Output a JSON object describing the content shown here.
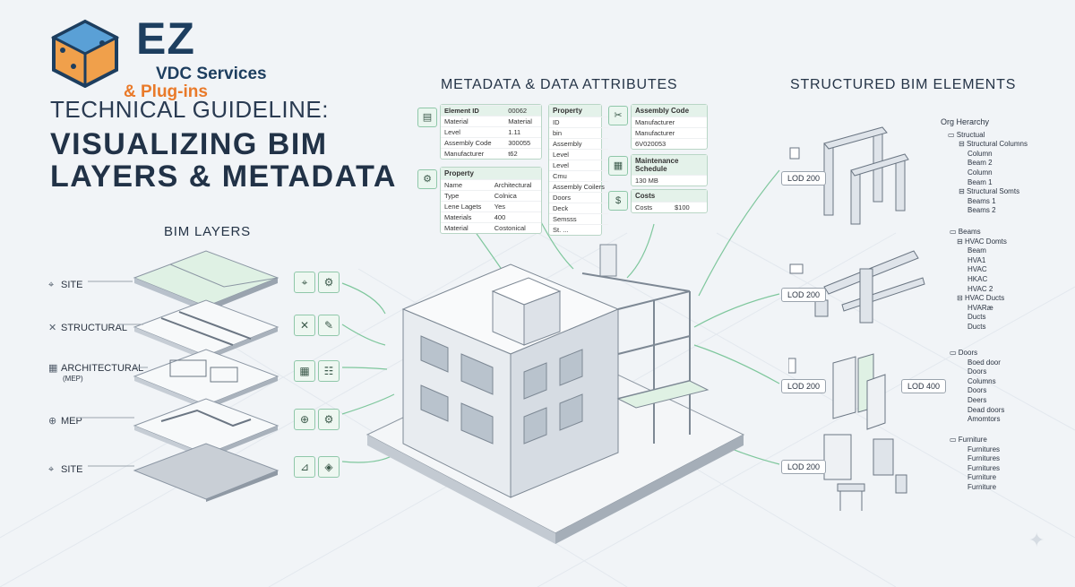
{
  "logo": {
    "mark": "EZ",
    "line1": "VDC Services",
    "line2": "& Plug-ins"
  },
  "title": {
    "sub": "TECHNICAL GUIDELINE:",
    "line1": "VISUALIZING BIM",
    "line2": "LAYERS & METADATA"
  },
  "headings": {
    "layers": "BIM LAYERS",
    "metadata": "METADATA & DATA ATTRIBUTES",
    "elements": "STRUCTURED BIM ELEMENTS"
  },
  "layers": [
    {
      "label": "SITE",
      "sub": "",
      "icons": [
        "map-pin-icon",
        "gear-icon"
      ]
    },
    {
      "label": "STRUCTURAL",
      "sub": "",
      "icons": [
        "wrench-icon",
        "pencil-icon"
      ]
    },
    {
      "label": "ARCHITECTURAL",
      "sub": "(MEP)",
      "icons": [
        "building-icon",
        "people-icon"
      ]
    },
    {
      "label": "MEP",
      "sub": "",
      "icons": [
        "network-icon",
        "gear-icon"
      ]
    },
    {
      "label": "SITE",
      "sub": "",
      "icons": [
        "crane-icon",
        "cube-icon"
      ]
    }
  ],
  "cards": {
    "element": {
      "rows": [
        [
          "Element ID",
          "00062"
        ],
        [
          "Material",
          "Material"
        ],
        [
          "Level",
          "1.11"
        ],
        [
          "Assembly Code",
          "300055"
        ],
        [
          "Manufacturer",
          "t62"
        ]
      ]
    },
    "property_arch": {
      "title": "Property",
      "rows": [
        [
          "Name",
          "Architectural"
        ],
        [
          "Type",
          "Colnica"
        ],
        [
          "Lene Lagets",
          "Yes"
        ],
        [
          "Materials",
          "400"
        ],
        [
          "Material",
          "Costonical"
        ]
      ]
    },
    "property_list": {
      "title": "Property",
      "rows": [
        "ID",
        "bin",
        "Assembly",
        "Level",
        "Level",
        "Cmu",
        "Assembly Coilers",
        "Doors",
        "Deck",
        "Semsss",
        "St. ..."
      ]
    },
    "assembly": {
      "title": "Assembly Code",
      "rows": [
        "Manufacturer",
        "Manufacturer",
        "6V020053"
      ]
    },
    "maintenance": {
      "title": "Maintenance Schedule",
      "rows": [
        "130 MB"
      ]
    },
    "costs": {
      "title": "Costs",
      "rows": [
        [
          "Costs",
          "$100"
        ]
      ]
    }
  },
  "lod": [
    "LOD 200",
    "LOD 200",
    "LOD 200",
    "LOD 400",
    "LOD 200"
  ],
  "tree_title": "Org Herarchy",
  "trees": [
    {
      "root": "Structual",
      "items": [
        [
          "Structural Columns",
          [
            "Column",
            "Beam 2",
            "Column",
            "Beam 1"
          ]
        ],
        [
          "Structural Somts",
          [
            "Beams 1",
            "Beams 2"
          ]
        ]
      ]
    },
    {
      "root": "Beams",
      "items": [
        [
          "HVAC Domts",
          [
            "Beam",
            "HVA1",
            "HVAC",
            "HKAC",
            "HVAC 2"
          ]
        ],
        [
          "HVAC Ducts",
          [
            "HVARæ",
            "Ducts",
            "Ducts"
          ]
        ]
      ]
    },
    {
      "root": "Doors",
      "items": [
        [
          "",
          [
            "Boed door",
            "Doors",
            "Columns",
            "Doors",
            "Deers",
            "Dead doors",
            "Amomtors"
          ]
        ]
      ]
    },
    {
      "root": "Furniture",
      "items": [
        [
          "",
          [
            "Furnitures",
            "Furnitures",
            "Furnitures",
            "Furniture",
            "Furniture"
          ]
        ]
      ]
    }
  ],
  "colors": {
    "accent": "#7fc79d",
    "navy": "#1d3e5f",
    "orange": "#e97a2a"
  }
}
